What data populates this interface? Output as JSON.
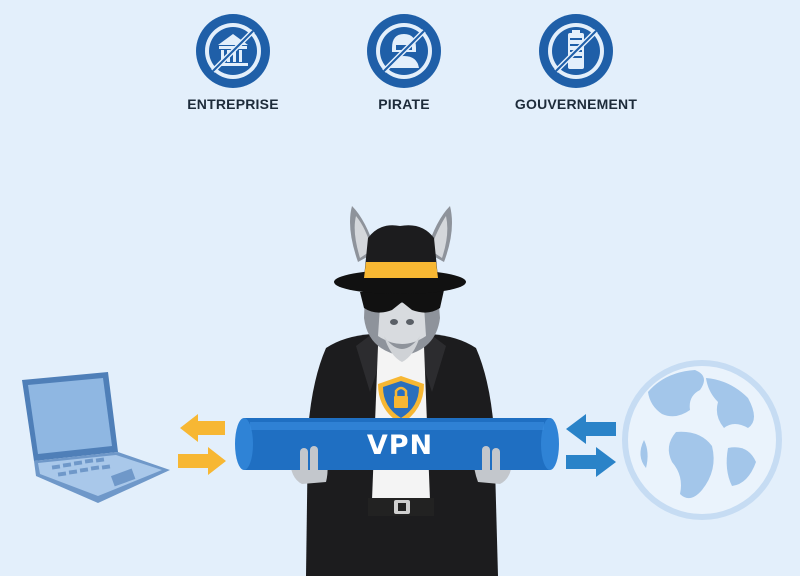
{
  "blocked": [
    {
      "label": "ENTREPRISE",
      "icon": "bank-building-icon"
    },
    {
      "label": "PIRATE",
      "icon": "hacker-icon"
    },
    {
      "label": "GOUVERNEMENT",
      "icon": "server-tower-icon"
    }
  ],
  "tunnel": {
    "label": "VPN"
  },
  "colors": {
    "background": "#e3effb",
    "badge_blue": "#1f5fa8",
    "tunnel_blue": "#1f6fc2",
    "arrow_yellow": "#f7b733",
    "arrow_blue": "#2a83c8"
  },
  "icons": {
    "laptop": "laptop-icon",
    "globe": "globe-icon",
    "mascot": "donkey-mascot-icon",
    "shield": "shield-lock-icon"
  }
}
